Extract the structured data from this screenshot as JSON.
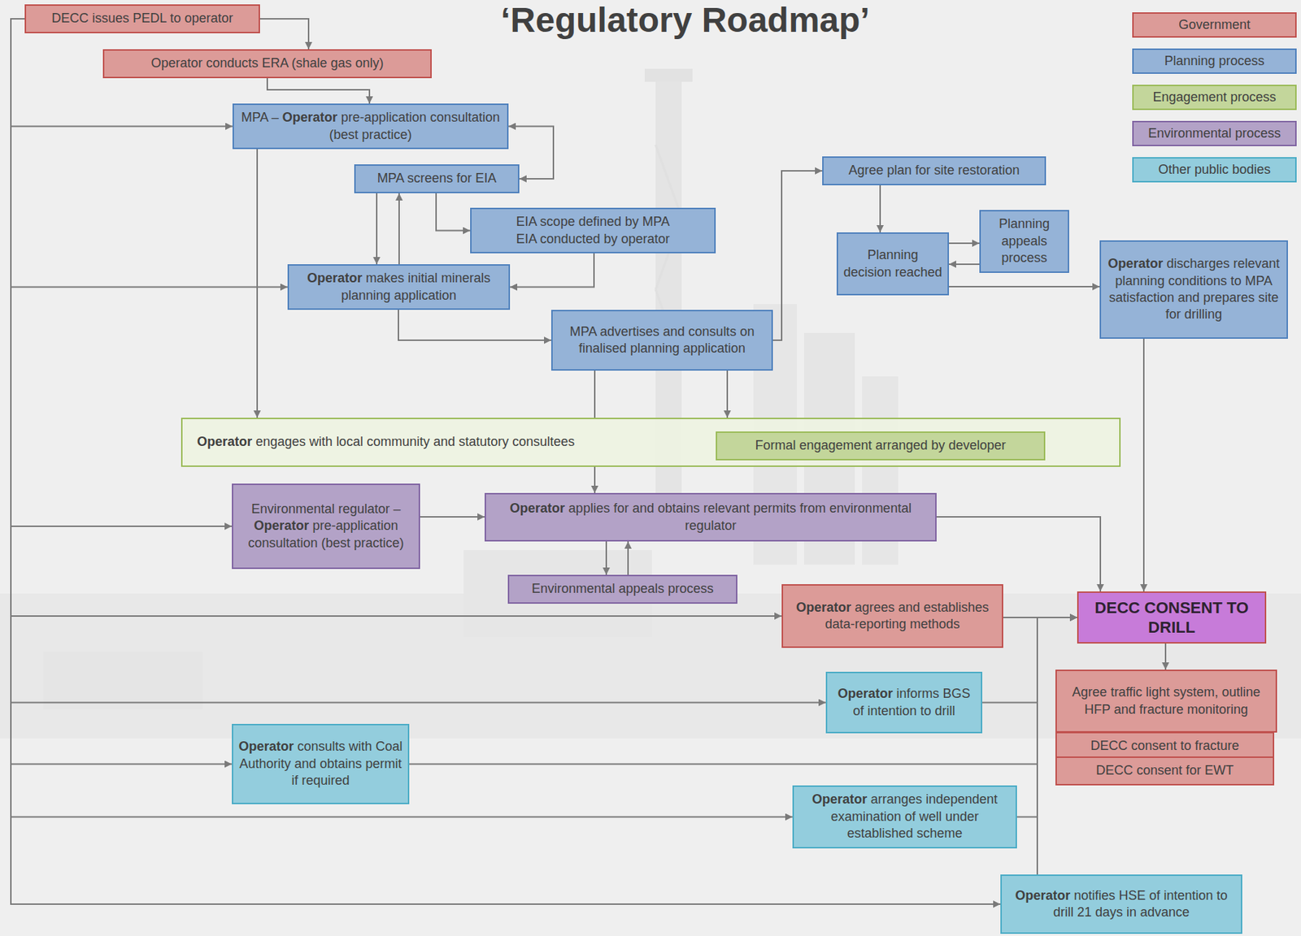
{
  "diagram": {
    "title": "‘Regulatory Roadmap’",
    "nodes": [
      {
        "text": [
          "DECC issues PEDL to operator"
        ]
      },
      {
        "text": [
          "Operator conducts ERA (shale gas only)"
        ]
      },
      {
        "text": [
          "MPA – Operator pre-application consultation (best practice)"
        ]
      },
      {
        "text": [
          "MPA screens for EIA"
        ]
      },
      {
        "text": [
          "Agree plan for site restoration"
        ]
      },
      {
        "text": [
          "EIA scope defined by MPA",
          "EIA conducted by operator"
        ]
      },
      {
        "text": [
          "Planning decision reached"
        ]
      },
      {
        "text": [
          "Planning appeals process"
        ]
      },
      {
        "text": [
          "Operator makes initial minerals planning application"
        ]
      },
      {
        "text": [
          "Operator discharges relevant planning conditions to MPA satisfaction and prepares site for drilling"
        ]
      },
      {
        "text": [
          "MPA advertises and consults on finalised planning application"
        ]
      },
      {
        "text": [
          "Operator engages with local community and statutory consultees"
        ]
      },
      {
        "text": [
          "Formal engagement arranged by developer"
        ],
        "in": 11
      },
      {
        "text": [
          "Environmental regulator – Operator pre-application consultation (best practice)"
        ]
      },
      {
        "text": [
          "Operator applies for and obtains relevant permits from environmental regulator"
        ]
      },
      {
        "text": [
          "Environmental appeals process"
        ]
      },
      {
        "text": [
          "Operator agrees and establishes data-reporting methods"
        ]
      },
      {
        "text": [
          "DECC CONSENT TO DRILL"
        ]
      },
      {
        "text": [
          "Agree traffic light system, outline HFP and fracture monitoring"
        ]
      },
      {
        "text": [
          "DECC consent to fracture"
        ]
      },
      {
        "text": [
          "DECC consent for EWT"
        ]
      },
      {
        "text": [
          "Operator informs BGS of intention to drill"
        ]
      },
      {
        "text": [
          "Operator consults with Coal Authority and obtains permit if required"
        ]
      },
      {
        "text": [
          "Operator arranges independent examination of well under established scheme"
        ]
      },
      {
        "text": [
          "Operator notifies HSE of intention to drill 21 days in advance"
        ]
      }
    ],
    "edges": [
      {
        "from": 0,
        "to": 1,
        "arrow": "to"
      },
      {
        "from": 1,
        "to": 2,
        "arrow": "to"
      },
      {
        "from": 2,
        "to": 3,
        "arrow": "both"
      },
      {
        "from": 3,
        "to": 8,
        "arrow": "to"
      },
      {
        "from": 8,
        "to": 3,
        "arrow": "to"
      },
      {
        "from": 3,
        "to": 5,
        "arrow": "to"
      },
      {
        "from": 5,
        "to": 8,
        "arrow": "to"
      },
      {
        "from": 0,
        "to": 2,
        "arrow": "to"
      },
      {
        "from": 0,
        "to": 8,
        "arrow": "to"
      },
      {
        "from": 2,
        "to": 11,
        "arrow": "to"
      },
      {
        "from": 8,
        "to": 10,
        "arrow": "to"
      },
      {
        "from": 10,
        "to": 4,
        "arrow": "to"
      },
      {
        "from": 4,
        "to": 6,
        "arrow": "to"
      },
      {
        "from": 6,
        "to": 7,
        "arrow": "to"
      },
      {
        "from": 7,
        "to": 6,
        "arrow": "to"
      },
      {
        "from": 6,
        "to": 9,
        "arrow": "to"
      },
      {
        "from": 10,
        "to": 11,
        "arrow": "to"
      },
      {
        "from": 10,
        "to": 11,
        "arrow": "none"
      },
      {
        "from": 11,
        "to": 14,
        "arrow": "to"
      },
      {
        "from": 0,
        "to": 13,
        "arrow": "to"
      },
      {
        "from": 13,
        "to": 14,
        "arrow": "to"
      },
      {
        "from": 14,
        "to": 15,
        "arrow": "to"
      },
      {
        "from": 15,
        "to": 14,
        "arrow": "to"
      },
      {
        "from": 14,
        "to": 17,
        "arrow": "to"
      },
      {
        "from": 9,
        "to": 17,
        "arrow": "to"
      },
      {
        "from": 0,
        "to": 16,
        "arrow": "to"
      },
      {
        "from": 16,
        "to": 17,
        "arrow": "to"
      },
      {
        "from": 0,
        "to": 21,
        "arrow": "to"
      },
      {
        "from": 21,
        "to": 17,
        "arrow": "to"
      },
      {
        "from": 0,
        "to": 22,
        "arrow": "to"
      },
      {
        "from": 22,
        "to": 17,
        "arrow": "to"
      },
      {
        "from": 0,
        "to": 23,
        "arrow": "to"
      },
      {
        "from": 23,
        "to": 17,
        "arrow": "to"
      },
      {
        "from": 0,
        "to": 24,
        "arrow": "to"
      },
      {
        "from": 24,
        "to": 17,
        "arrow": "to"
      },
      {
        "from": 17,
        "to": 18,
        "arrow": "to"
      }
    ],
    "legend": [
      {
        "text": "Government",
        "color": "#dc9b98"
      },
      {
        "text": "Planning process",
        "color": "#95b3d7"
      },
      {
        "text": "Engagement process",
        "color": "#c3d69b"
      },
      {
        "text": "Environmental process",
        "color": "#b3a2c7"
      },
      {
        "text": "Other public bodies",
        "color": "#93cddd"
      }
    ]
  }
}
